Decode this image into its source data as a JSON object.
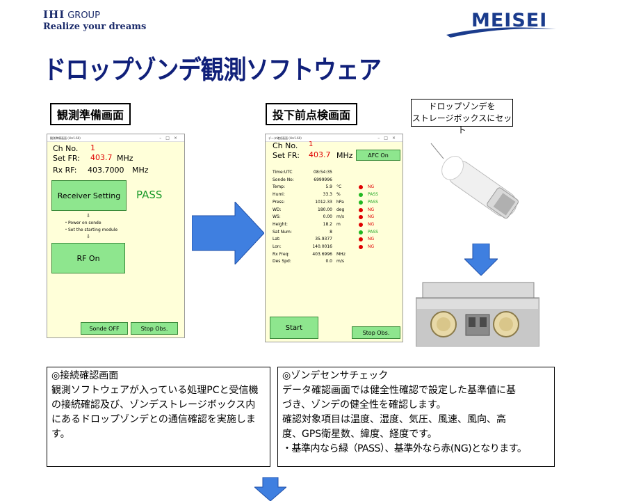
{
  "header": {
    "ihi_name": "IHI",
    "ihi_group": "GROUP",
    "ihi_tagline": "Realize your dreams",
    "meisei_logo": "MEISEI",
    "title": "ドロップゾンデ観測ソフトウェア"
  },
  "sections": {
    "prep_label": "観測準備画面",
    "predrop_label": "投下前点検画面",
    "set_note_line1": "ドロップゾンデを",
    "set_note_line2": "ストレージボックスにセット"
  },
  "window1": {
    "title": "観測準備画面 (Ver1.60)",
    "ch_label": "Ch No.",
    "ch_value": "1",
    "setfr_label": "Set FR:",
    "setfr_value": "403.7",
    "setfr_unit": "MHz",
    "rxrf_label": "Rx RF:",
    "rxrf_value": "403.7000",
    "rxrf_unit": "MHz",
    "receiver_btn": "Receiver Setting",
    "pass_status": "PASS",
    "arrow1": "⇩",
    "note1": "・Power on sonde",
    "note2": "・Set the starting module",
    "arrow2": "⇩",
    "rfon_btn": "RF On",
    "sonde_off_btn": "Sonde OFF",
    "stop_obs_btn": "Stop Obs."
  },
  "window2": {
    "title": "データ確認画面 (Ver1.60)",
    "ch_label": "Ch No.",
    "ch_value": "1",
    "setfr_label": "Set FR:",
    "setfr_value": "403.7",
    "setfr_unit": "MHz",
    "afc_btn": "AFC On",
    "rows": [
      {
        "label": "Time:UTC",
        "value": "08:54:35",
        "unit": "",
        "status": ""
      },
      {
        "label": "Sonde No:",
        "value": "6999996",
        "unit": "",
        "status": ""
      },
      {
        "label": "Temp:",
        "value": "5.9",
        "unit": "°C",
        "status": "NG"
      },
      {
        "label": "Humi:",
        "value": "33.3",
        "unit": "%",
        "status": "PASS"
      },
      {
        "label": "Press:",
        "value": "1012.33",
        "unit": "hPa",
        "status": "PASS"
      },
      {
        "label": "WD:",
        "value": "180.00",
        "unit": "deg",
        "status": "NG"
      },
      {
        "label": "WS:",
        "value": "0.00",
        "unit": "m/s",
        "status": "NG"
      },
      {
        "label": "Height:",
        "value": "18.2",
        "unit": "m",
        "status": "NG"
      },
      {
        "label": "Sat Num:",
        "value": "8",
        "unit": "",
        "status": "PASS"
      },
      {
        "label": "Lat:",
        "value": "35.9377",
        "unit": "",
        "status": "NG"
      },
      {
        "label": "Lon:",
        "value": "140.0016",
        "unit": "",
        "status": "NG"
      },
      {
        "label": "Rx Freq:",
        "value": "403.6996",
        "unit": "MHz",
        "status": ""
      },
      {
        "label": "Des Spd:",
        "value": "0.0",
        "unit": "m/s",
        "status": ""
      }
    ],
    "start_btn": "Start",
    "stop_obs_btn": "Stop Obs."
  },
  "box1": {
    "heading": "◎接続確認画面",
    "lines": [
      "観測ソフトウェアが入っている処理PCと受信機",
      "の接続確認及び、ゾンデストレージボックス内",
      "にあるドロップゾンデとの通信確認を実施しま",
      "す。"
    ]
  },
  "box2": {
    "heading": "◎ゾンデセンサチェック",
    "lines": [
      "データ確認画面では健全性確認で設定した基準値に基",
      "づき、ゾンデの健全性を確認します。",
      "確認対象項目は温度、湿度、気圧、風速、風向、高",
      "度、GPS衛星数、緯度、経度です。",
      "・基準内なら緑（PASS）、基準外なら赤(NG)となります。"
    ]
  },
  "colors": {
    "title_blue": "#10207a",
    "arrow_blue": "#3f7fe0",
    "button_green": "#8ee68e",
    "window_bg": "#ffffd9",
    "pass_green": "#22b822",
    "ng_red": "#e00000"
  },
  "icons": {
    "arrow_right": "right-arrow-icon",
    "arrow_down_1": "down-arrow-icon",
    "arrow_down_2": "down-arrow-icon"
  }
}
